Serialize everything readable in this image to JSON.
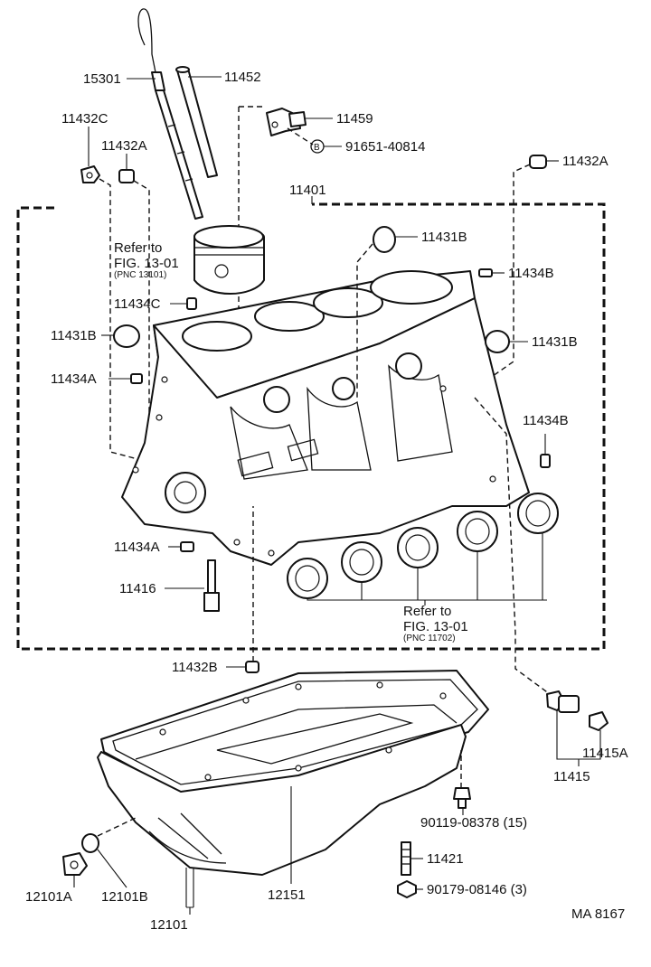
{
  "parts": {
    "p15301": "15301",
    "p11452": "11452",
    "p11459": "11459",
    "p91651": "91651-40814",
    "p91651_mark": "B",
    "p11432C": "11432C",
    "p11432A_left": "11432A",
    "p11432A_right": "11432A",
    "p11401": "11401",
    "p11431B_top": "11431B",
    "p11434B_top": "11434B",
    "p11434C": "11434C",
    "p11431B_left": "11431B",
    "p11431B_right": "11431B",
    "p11434A_upper": "11434A",
    "p11434B_right": "11434B",
    "p11434A_lower": "11434A",
    "p11416": "11416",
    "p11432B": "11432B",
    "p11415A": "11415A",
    "p11415": "11415",
    "p90119": "90119-08378 (15)",
    "p11421": "11421",
    "p90179": "90179-08146 (3)",
    "p12101A": "12101A",
    "p12101B": "12101B",
    "p12151": "12151",
    "p12101": "12101"
  },
  "refs": {
    "piston": {
      "line1": "Refer to",
      "line2": "FIG. 13-01",
      "line3": "(PNC 13101)"
    },
    "bearing": {
      "line1": "Refer to",
      "line2": "FIG. 13-01",
      "line3": "(PNC 11702)"
    }
  },
  "footer": {
    "code": "MA 8167"
  }
}
